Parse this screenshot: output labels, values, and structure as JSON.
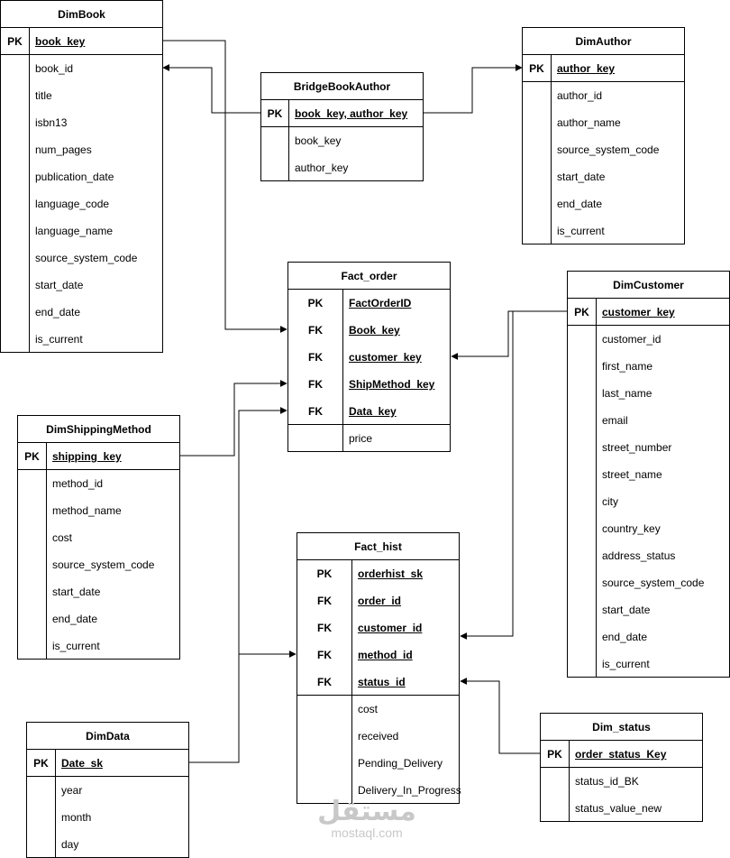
{
  "entities": [
    {
      "id": "dimbook",
      "title": "DimBook",
      "rows": [
        {
          "key": "PK",
          "name": "book_key",
          "pk": true
        },
        {
          "key": "",
          "name": "book_id"
        },
        {
          "key": "",
          "name": "title"
        },
        {
          "key": "",
          "name": "isbn13"
        },
        {
          "key": "",
          "name": "num_pages"
        },
        {
          "key": "",
          "name": "publication_date"
        },
        {
          "key": "",
          "name": "language_code"
        },
        {
          "key": "",
          "name": "language_name"
        },
        {
          "key": "",
          "name": "source_system_code"
        },
        {
          "key": "",
          "name": "start_date"
        },
        {
          "key": "",
          "name": "end_date"
        },
        {
          "key": "",
          "name": "is_current"
        }
      ]
    },
    {
      "id": "bridgebookauthor",
      "title": "BridgeBookAuthor",
      "rows": [
        {
          "key": "PK",
          "name": "book_key, author_key",
          "pk": true
        },
        {
          "key": "",
          "name": "book_key"
        },
        {
          "key": "",
          "name": "author_key"
        }
      ]
    },
    {
      "id": "dimauthor",
      "title": "DimAuthor",
      "rows": [
        {
          "key": "PK",
          "name": "author_key",
          "pk": true
        },
        {
          "key": "",
          "name": "author_id"
        },
        {
          "key": "",
          "name": "author_name"
        },
        {
          "key": "",
          "name": "source_system_code"
        },
        {
          "key": "",
          "name": "start_date"
        },
        {
          "key": "",
          "name": "end_date"
        },
        {
          "key": "",
          "name": "is_current"
        }
      ]
    },
    {
      "id": "factorder",
      "title": "Fact_order",
      "rows": [
        {
          "key": "PK",
          "name": "FactOrderID",
          "pk": true
        },
        {
          "key": "FK",
          "name": "Book_key",
          "pk": true
        },
        {
          "key": "FK",
          "name": "customer_key",
          "pk": true
        },
        {
          "key": "FK",
          "name": "ShipMethod_key",
          "pk": true
        },
        {
          "key": "FK",
          "name": "Data_key",
          "pk": true
        },
        {
          "key": "",
          "name": "price"
        }
      ]
    },
    {
      "id": "dimcustomer",
      "title": "DimCustomer",
      "rows": [
        {
          "key": "PK",
          "name": "customer_key",
          "pk": true
        },
        {
          "key": "",
          "name": "customer_id"
        },
        {
          "key": "",
          "name": "first_name"
        },
        {
          "key": "",
          "name": "last_name"
        },
        {
          "key": "",
          "name": "email"
        },
        {
          "key": "",
          "name": "street_number"
        },
        {
          "key": "",
          "name": "street_name"
        },
        {
          "key": "",
          "name": "city"
        },
        {
          "key": "",
          "name": "country_key"
        },
        {
          "key": "",
          "name": "address_status"
        },
        {
          "key": "",
          "name": "source_system_code"
        },
        {
          "key": "",
          "name": "start_date"
        },
        {
          "key": "",
          "name": "end_date"
        },
        {
          "key": "",
          "name": "is_current"
        }
      ]
    },
    {
      "id": "dimshippingmethod",
      "title": "DimShippingMethod",
      "rows": [
        {
          "key": "PK",
          "name": "shipping_key",
          "pk": true
        },
        {
          "key": "",
          "name": "method_id"
        },
        {
          "key": "",
          "name": "method_name"
        },
        {
          "key": "",
          "name": "cost"
        },
        {
          "key": "",
          "name": "source_system_code"
        },
        {
          "key": "",
          "name": "start_date"
        },
        {
          "key": "",
          "name": "end_date"
        },
        {
          "key": "",
          "name": "is_current"
        }
      ]
    },
    {
      "id": "facthist",
      "title": "Fact_hist",
      "rows": [
        {
          "key": "PK",
          "name": "orderhist_sk",
          "pk": true
        },
        {
          "key": "FK",
          "name": "order_id",
          "pk": true
        },
        {
          "key": "FK",
          "name": "customer_id",
          "pk": true
        },
        {
          "key": "FK",
          "name": "method_id",
          "pk": true
        },
        {
          "key": "FK",
          "name": "status_id",
          "pk": true
        },
        {
          "key": "",
          "name": "cost"
        },
        {
          "key": "",
          "name": "received"
        },
        {
          "key": "",
          "name": "Pending_Delivery"
        },
        {
          "key": "",
          "name": "Delivery_In_Progress"
        }
      ]
    },
    {
      "id": "dimstatus",
      "title": "Dim_status",
      "rows": [
        {
          "key": "PK",
          "name": "order_status_Key",
          "pk": true
        },
        {
          "key": "",
          "name": "status_id_BK"
        },
        {
          "key": "",
          "name": "status_value_new"
        }
      ]
    },
    {
      "id": "dimdata",
      "title": "DimData",
      "rows": [
        {
          "key": "PK",
          "name": "Date_sk",
          "pk": true
        },
        {
          "key": "",
          "name": "year"
        },
        {
          "key": "",
          "name": "month"
        },
        {
          "key": "",
          "name": "day"
        }
      ]
    }
  ],
  "relationships": [
    {
      "from": "DimBook.book_key",
      "to": "Fact_order.Book_key"
    },
    {
      "from": "BridgeBookAuthor",
      "to": "DimBook.book_id"
    },
    {
      "from": "BridgeBookAuthor",
      "to": "DimAuthor.author_key"
    },
    {
      "from": "DimCustomer.customer_key",
      "to": "Fact_order.customer_key"
    },
    {
      "from": "DimCustomer.customer_key",
      "to": "Fact_hist.customer_id"
    },
    {
      "from": "DimShippingMethod.shipping_key",
      "to": "Fact_order.ShipMethod_key"
    },
    {
      "from": "DimData.Date_sk",
      "to": "Fact_order.Data_key"
    },
    {
      "from": "DimData.Date_sk",
      "to": "Fact_hist.method_id"
    },
    {
      "from": "Dim_status.order_status_Key",
      "to": "Fact_hist.status_id"
    }
  ],
  "watermark": {
    "arabic": "مستقل",
    "latin": "mostaql.com"
  }
}
